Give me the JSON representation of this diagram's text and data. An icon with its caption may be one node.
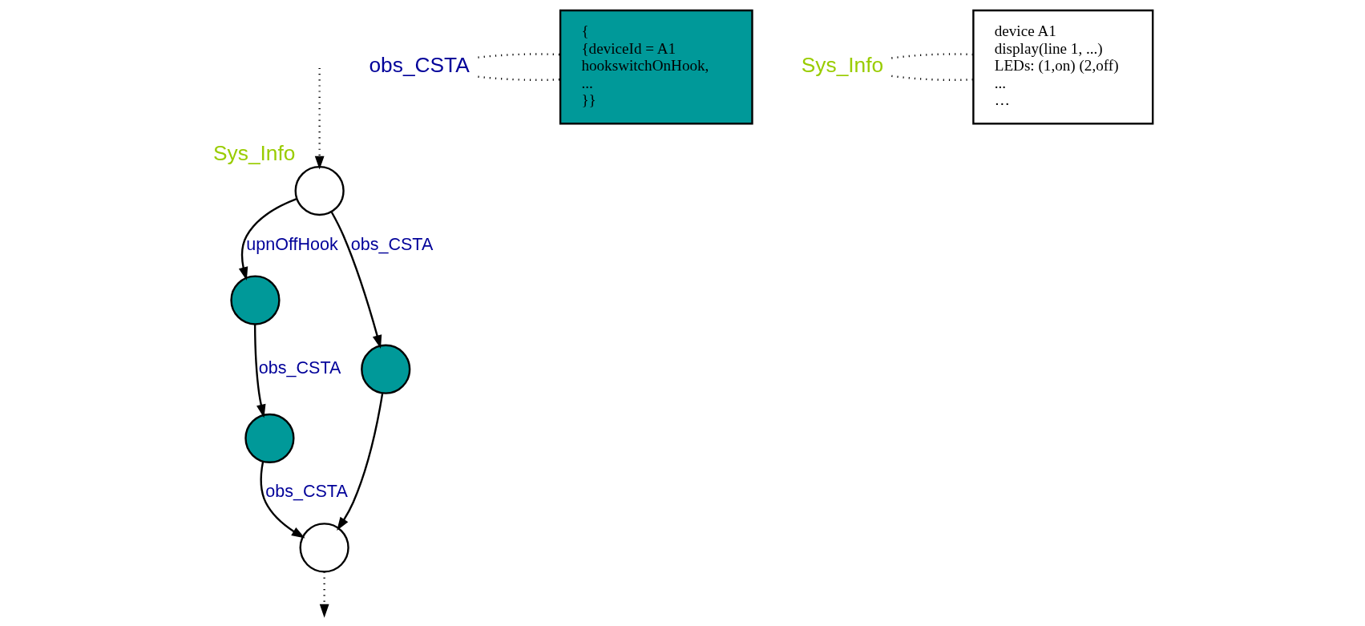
{
  "diagram": {
    "nodes": [
      {
        "text": [],
        "shape": "circle",
        "beside": [
          "Sys_Info"
        ]
      },
      {
        "text": [],
        "shape": "circle"
      },
      {
        "text": [],
        "shape": "circle"
      },
      {
        "text": [],
        "shape": "circle"
      },
      {
        "text": [],
        "shape": "circle"
      },
      {
        "text": [
          "obs_CSTA"
        ]
      },
      {
        "text": [
          "{",
          "{deviceId = A1",
          "hookswitchOnHook,",
          "...",
          "}}"
        ]
      },
      {
        "text": [
          "Sys_Info"
        ]
      },
      {
        "text": [
          "device A1",
          "display(line 1, ...)",
          "LEDs: (1,on) (2,off)",
          "...",
          "…"
        ]
      }
    ],
    "edges": [
      {
        "from": null,
        "to": 0,
        "arrow": "to",
        "style": "dashed"
      },
      {
        "from": 0,
        "to": 1,
        "arrow": "to",
        "label": "upnOffHook"
      },
      {
        "from": 0,
        "to": 2,
        "arrow": "to",
        "label": "obs_CSTA"
      },
      {
        "from": 1,
        "to": 3,
        "arrow": "to",
        "label": "obs_CSTA"
      },
      {
        "from": 3,
        "to": 4,
        "arrow": "to",
        "label": "obs_CSTA"
      },
      {
        "from": 2,
        "to": 4,
        "arrow": "to"
      },
      {
        "from": 4,
        "to": null,
        "arrow": "to",
        "style": "dashed"
      },
      {
        "from": 5,
        "to": 6,
        "arrow": "none",
        "style": "dashed"
      },
      {
        "from": 5,
        "to": 6,
        "arrow": "none",
        "style": "dashed"
      },
      {
        "from": 7,
        "to": 8,
        "arrow": "none",
        "style": "dashed"
      },
      {
        "from": 7,
        "to": 8,
        "arrow": "none",
        "style": "dashed"
      }
    ]
  }
}
